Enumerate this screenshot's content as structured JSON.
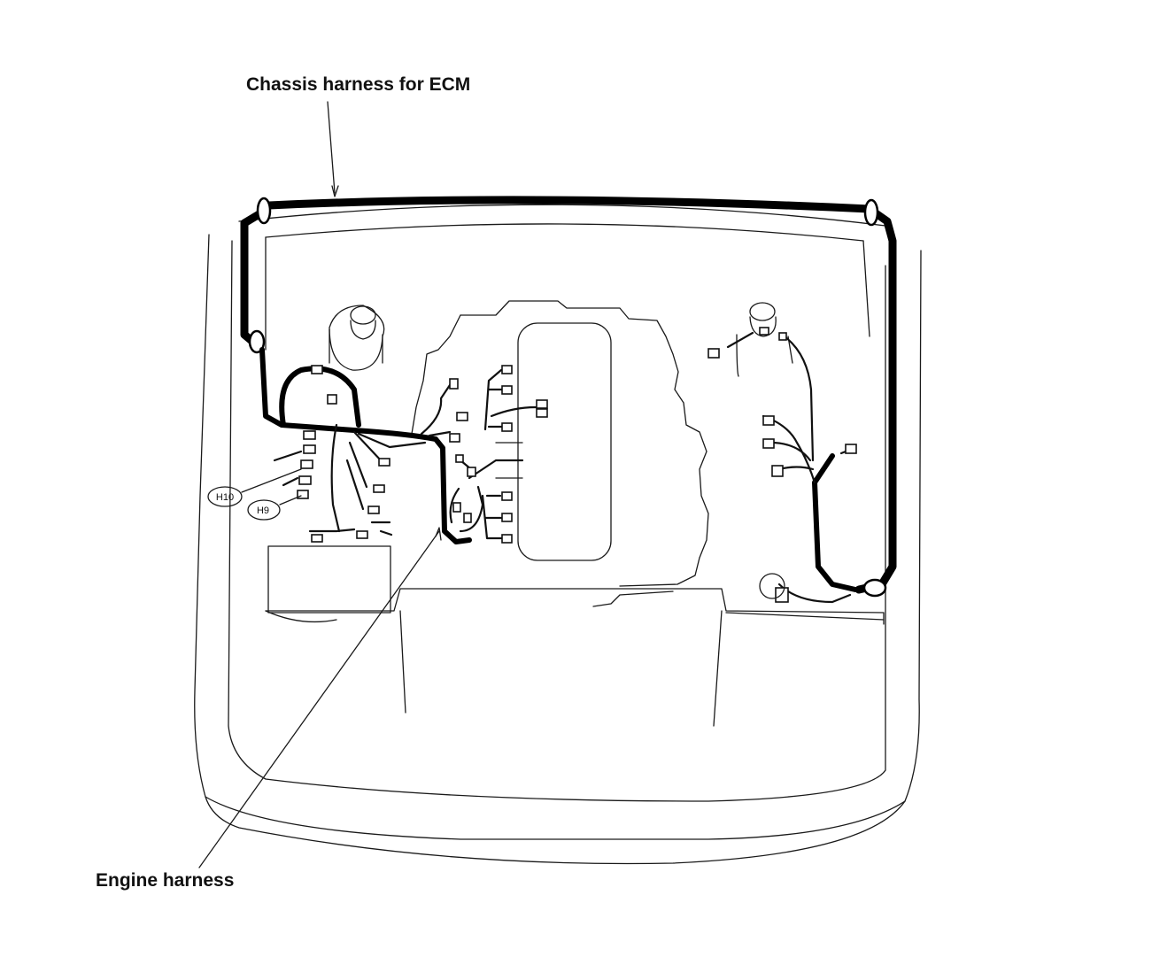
{
  "labels": {
    "chassis_harness": "Chassis harness for ECM",
    "engine_harness": "Engine harness",
    "connector_h10": "H10",
    "connector_h9": "H9"
  },
  "colors": {
    "line": "#000000",
    "background": "#ffffff"
  }
}
